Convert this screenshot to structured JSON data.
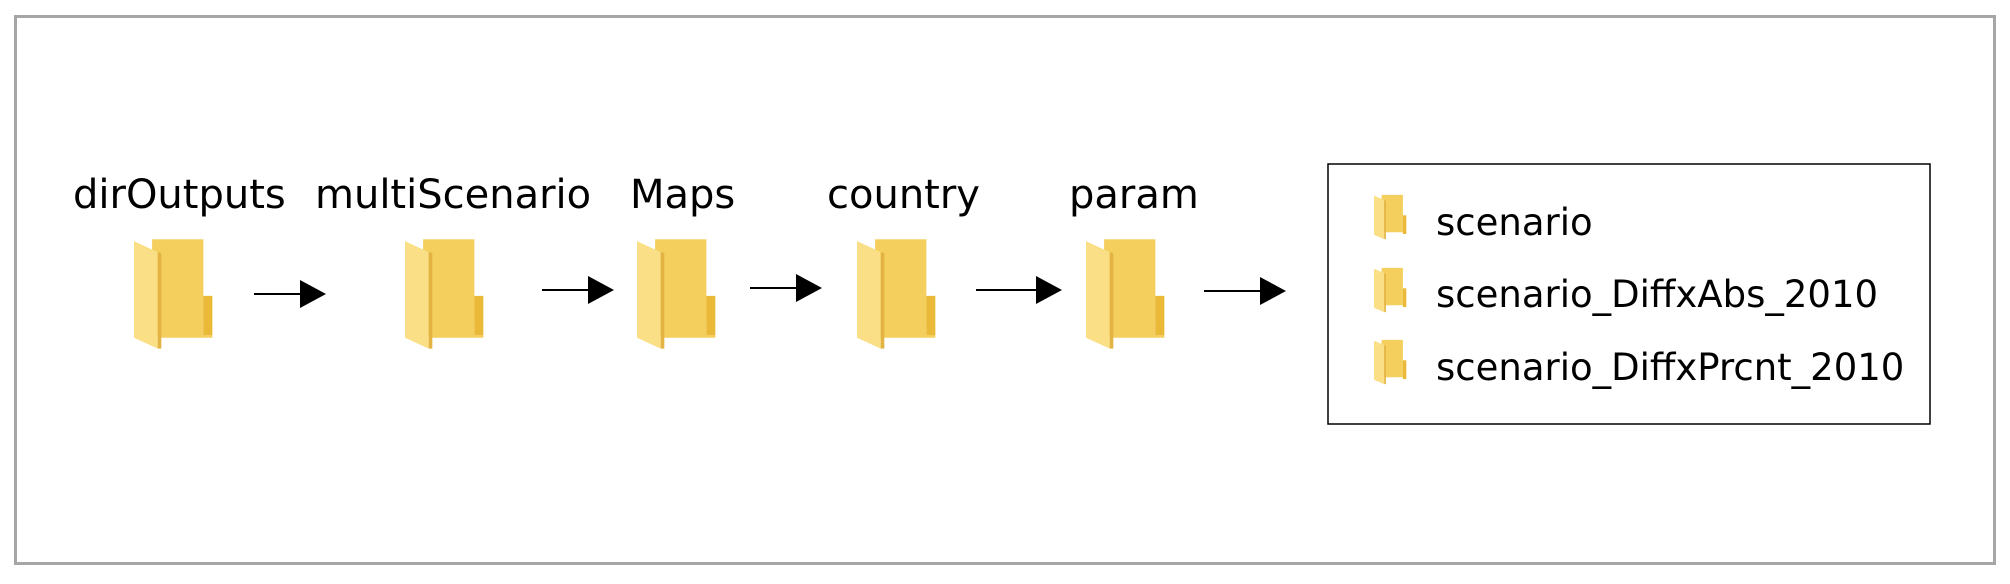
{
  "colors": {
    "folder_back": "#f2c94c",
    "folder_front": "#fadf86",
    "folder_tab": "#e9b937",
    "frame_border": "#a6a6a6",
    "arrow": "#000000"
  },
  "path_folders": [
    {
      "name": "dirOutputs",
      "icon": "folder-icon"
    },
    {
      "name": "multiScenario",
      "icon": "folder-icon"
    },
    {
      "name": "Maps",
      "icon": "folder-icon"
    },
    {
      "name": "country",
      "icon": "folder-icon"
    },
    {
      "name": "param",
      "icon": "folder-icon"
    }
  ],
  "result_folders": [
    {
      "name": "scenario",
      "icon": "folder-icon"
    },
    {
      "name": "scenario_DiffxAbs_2010",
      "icon": "folder-icon"
    },
    {
      "name": "scenario_DiffxPrcnt_2010",
      "icon": "folder-icon"
    }
  ]
}
